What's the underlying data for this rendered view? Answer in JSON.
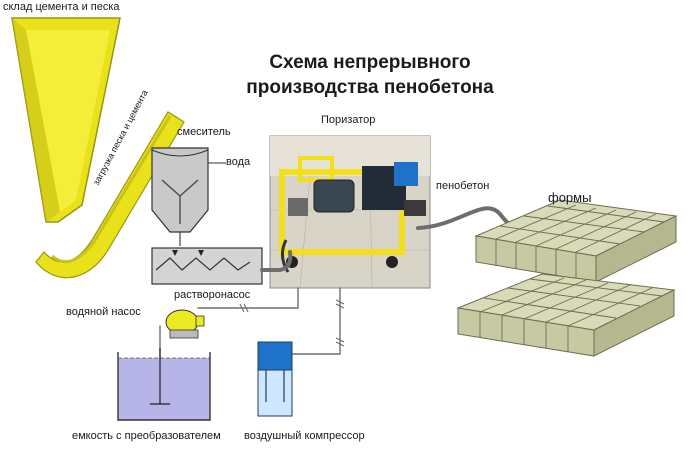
{
  "title": {
    "line1": "Схема непрерывного",
    "line2": "производства пенобетона"
  },
  "labels": {
    "silo": "склад цемента и песка",
    "conveyor": "загрузка песка и цемента",
    "mixer": "смеситель",
    "water": "вода",
    "porizator": "Поризатор",
    "foam_concrete": "пенобетон",
    "forms": "формы",
    "mortar_pump": "растворонасос",
    "water_pump": "водяной насос",
    "tank": "емкость с преобразователем",
    "compressor": "воздушный компрессор"
  },
  "colors": {
    "silo_fill": "#e9e21a",
    "silo_stroke": "#9a9410",
    "mixer_fill": "#c9c9c9",
    "tank_fill": "#b7b4e8",
    "compressor_fill": "#1e73c8",
    "pump_fill": "#ecea22",
    "machine_frame": "#f2e01a",
    "mold_fill": "#c6c9a2",
    "pipe": "#6e6e6e"
  }
}
